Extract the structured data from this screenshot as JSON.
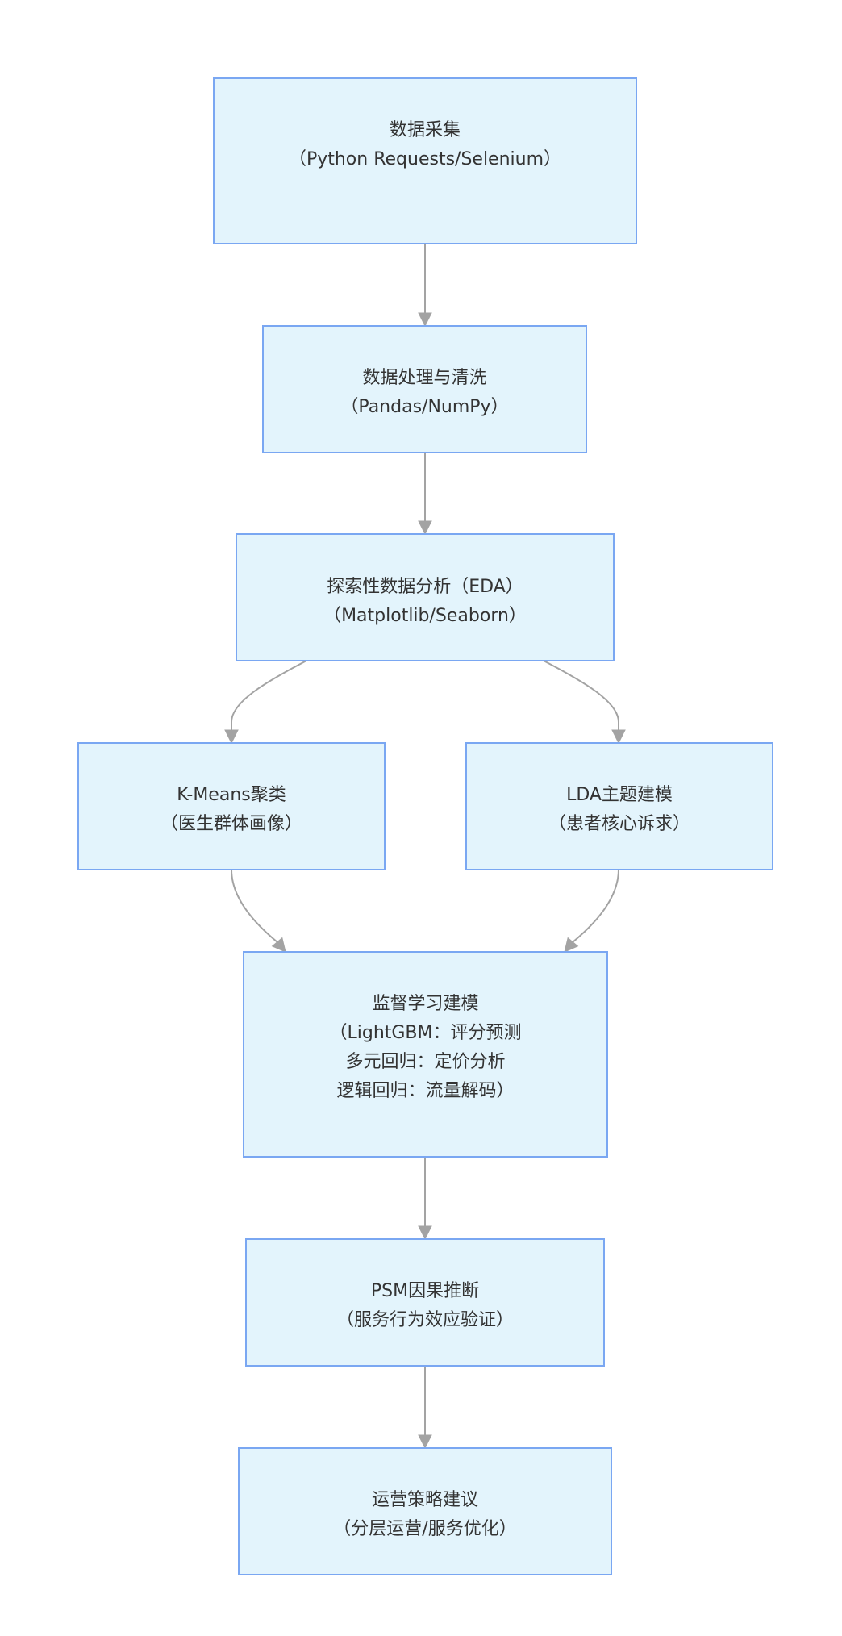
{
  "diagram": {
    "nodes": [
      {
        "id": "collect",
        "lines": [
          "数据采集",
          "（Python Requests/Selenium）"
        ]
      },
      {
        "id": "clean",
        "lines": [
          "数据处理与清洗",
          "（Pandas/NumPy）"
        ]
      },
      {
        "id": "eda",
        "lines": [
          "探索性数据分析（EDA）",
          "（Matplotlib/Seaborn）"
        ]
      },
      {
        "id": "kmeans",
        "lines": [
          "K-Means聚类",
          "（医生群体画像）"
        ]
      },
      {
        "id": "lda",
        "lines": [
          "LDA主题建模",
          "（患者核心诉求）"
        ]
      },
      {
        "id": "supervised",
        "lines": [
          "监督学习建模",
          "（LightGBM：评分预测",
          "多元回归：定价分析",
          "逻辑回归：流量解码）"
        ]
      },
      {
        "id": "psm",
        "lines": [
          "PSM因果推断",
          "（服务行为效应验证）"
        ]
      },
      {
        "id": "strategy",
        "lines": [
          "运营策略建议",
          "（分层运营/服务优化）"
        ]
      }
    ],
    "edges": [
      {
        "from": "collect",
        "to": "clean"
      },
      {
        "from": "clean",
        "to": "eda"
      },
      {
        "from": "eda",
        "to": "kmeans"
      },
      {
        "from": "eda",
        "to": "lda"
      },
      {
        "from": "kmeans",
        "to": "supervised"
      },
      {
        "from": "lda",
        "to": "supervised"
      },
      {
        "from": "supervised",
        "to": "psm"
      },
      {
        "from": "psm",
        "to": "strategy"
      }
    ],
    "colors": {
      "node_fill": "#e3f4fc",
      "node_border": "#7aa7f2",
      "edge": "#a3a3a3",
      "text": "#333333"
    }
  }
}
